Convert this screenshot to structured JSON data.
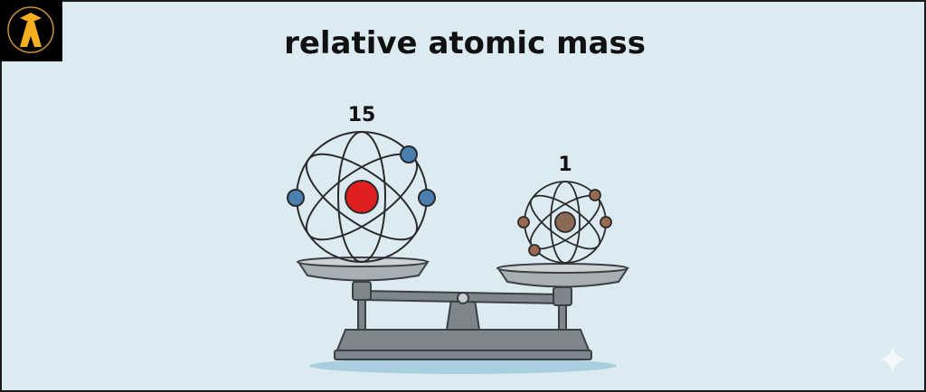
{
  "title": "relative atomic mass",
  "left_atom": {
    "mass_label": "15",
    "nucleus_color": "#e02020",
    "electron_color": "#4a7fb0",
    "electrons": 3
  },
  "right_atom": {
    "mass_label": "1",
    "nucleus_color": "#8a6a55",
    "electron_color": "#9a6a50",
    "electrons": 4
  },
  "colors": {
    "background": "#dcebf2",
    "scale": "#7d868c",
    "logo_bg": "#000000",
    "logo_accent": "#f5b021"
  }
}
